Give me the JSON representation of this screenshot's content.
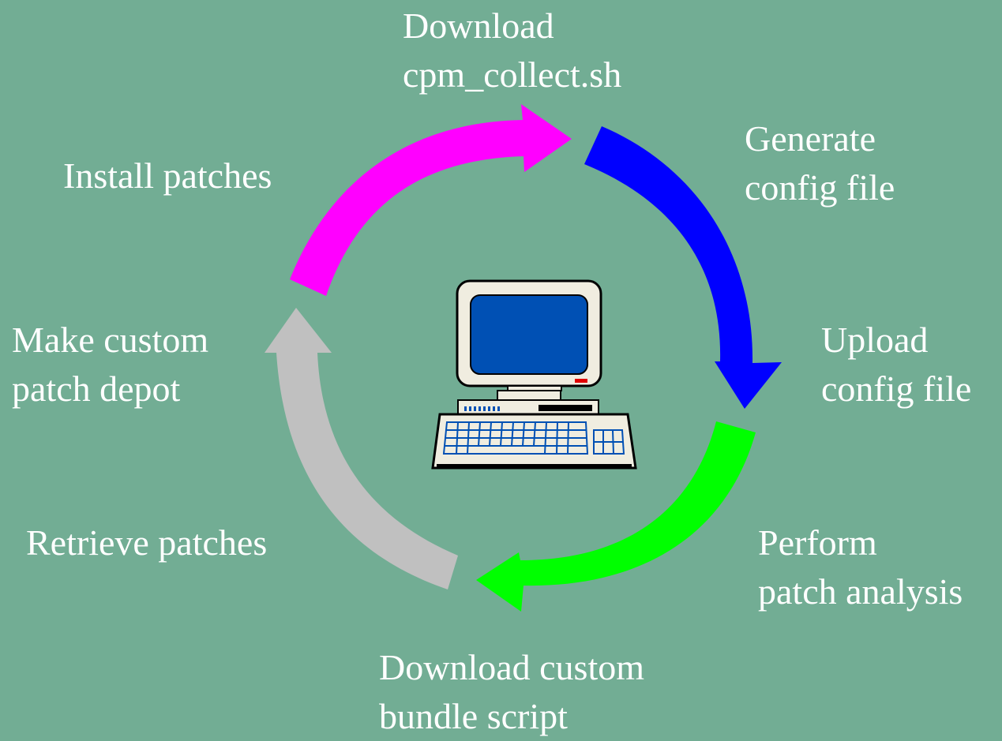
{
  "background_color": "#72ad94",
  "text_color": "#ffffff",
  "steps": {
    "download_collector": {
      "line1": "Download",
      "line2": "cpm_collect.sh"
    },
    "generate_config": {
      "line1": "Generate",
      "line2": "config file"
    },
    "upload_config": {
      "line1": "Upload",
      "line2": "config file"
    },
    "perform_analysis": {
      "line1": "Perform",
      "line2": "patch analysis"
    },
    "download_bundle": {
      "line1": "Download custom",
      "line2": "bundle script"
    },
    "retrieve_patches": {
      "line1": "Retrieve patches"
    },
    "make_depot": {
      "line1": "Make custom",
      "line2": "patch depot"
    },
    "install_patches": {
      "line1": "Install patches"
    }
  },
  "arrows": {
    "top_left_color": "#ff00ff",
    "right_top_color": "#0000ff",
    "right_bottom_color": "#00ff00",
    "left_bottom_color": "#c0c0c0"
  },
  "icon": "desktop-computer-icon"
}
